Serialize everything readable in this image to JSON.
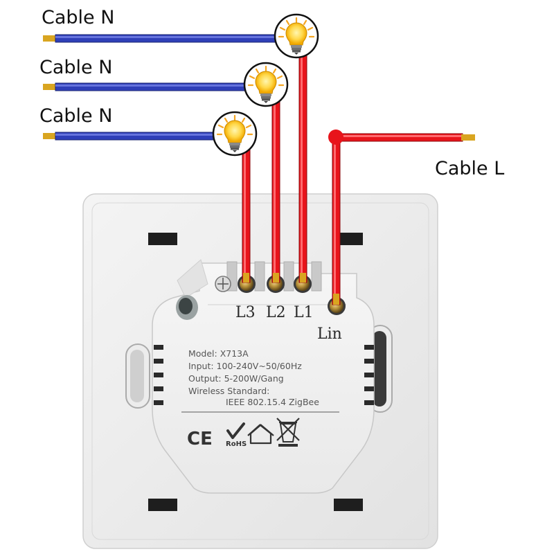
{
  "labels": {
    "neutral_1": "Cable N",
    "neutral_2": "Cable N",
    "neutral_3": "Cable N",
    "live": "Cable L"
  },
  "terminals": {
    "l3": "L3",
    "l2": "L2",
    "l1": "L1",
    "lin": "Lin"
  },
  "specs": {
    "model": "Model: X713A",
    "input": "Input: 100-240V~50/60Hz",
    "output": "Output: 5-200W/Gang",
    "wireless": "Wireless Standard:",
    "standard": "IEEE 802.15.4  ZigBee"
  },
  "marks": {
    "ce": "CE",
    "rohs": "RoHS"
  },
  "colors": {
    "neutral_wire": "#2f3fb8",
    "live_wire": "#e8141b",
    "wire_tip": "#d9a520",
    "plate": "#eeeeee",
    "module": "#f0f0f0"
  },
  "icons": {
    "bulb": "light-bulb-icon",
    "ground": "ground-symbol-icon",
    "recycle": "crossed-bin-icon",
    "house": "indoor-use-icon",
    "check": "rohs-check-icon"
  }
}
